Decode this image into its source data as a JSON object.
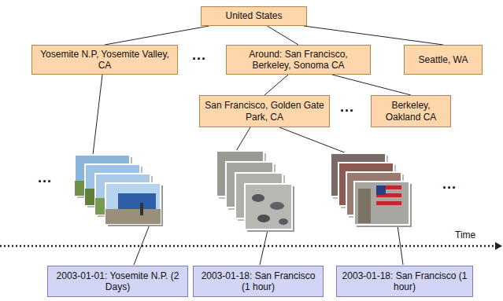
{
  "diagram": {
    "nodes": [
      {
        "text": [
          "United States"
        ]
      },
      {
        "text": [
          "Yosemite N.P, Yosemite Valley, CA"
        ]
      },
      {
        "text": [
          "Around: San Francisco, Berkeley, Sonoma CA"
        ]
      },
      {
        "text": [
          "Seattle, WA"
        ]
      },
      {
        "text": [
          "San Francisco, Golden Gate Park, CA"
        ]
      },
      {
        "text": [
          "Berkeley, Oakland CA"
        ]
      },
      {
        "text": [
          "2003-01-01: Yosemite N.P. (2 Days)"
        ]
      },
      {
        "text": [
          "2003-01-18: San Francisco (1 hour)"
        ]
      },
      {
        "text": [
          "2003-01-18: San Francisco (1 hour)"
        ]
      }
    ],
    "edges": [
      {
        "from": 0,
        "to": 1,
        "arrow": "none"
      },
      {
        "from": 0,
        "to": 2,
        "arrow": "none"
      },
      {
        "from": 0,
        "to": 3,
        "arrow": "none"
      },
      {
        "from": 2,
        "to": 4,
        "arrow": "none"
      },
      {
        "from": 2,
        "to": 5,
        "arrow": "none"
      }
    ],
    "labels": [
      "...",
      "...",
      "...",
      "...",
      "Time"
    ]
  }
}
